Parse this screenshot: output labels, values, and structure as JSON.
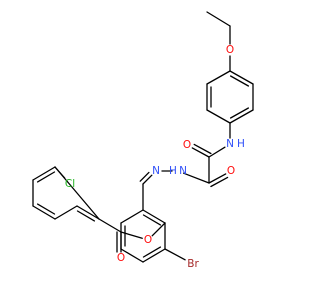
{
  "colors": {
    "bond": "#000000",
    "carbon": "#000000",
    "oxygen": "#ff0d0d",
    "nitrogen": "#3050f8",
    "bromine": "#a62929",
    "chlorine": "#1fb21f"
  },
  "atoms": [
    {
      "label": "O",
      "element": "oxygen"
    },
    {
      "label": "N",
      "element": "nitrogen"
    },
    {
      "label": "H",
      "element": "nitrogen"
    },
    {
      "label": "O",
      "element": "oxygen"
    },
    {
      "label": "N",
      "element": "nitrogen"
    },
    {
      "label": "H",
      "element": "nitrogen"
    },
    {
      "label": "O",
      "element": "oxygen"
    },
    {
      "label": "N",
      "element": "nitrogen"
    },
    {
      "label": "Cl",
      "element": "chlorine"
    },
    {
      "label": "O",
      "element": "oxygen"
    },
    {
      "label": "O",
      "element": "oxygen"
    },
    {
      "label": "Br",
      "element": "bromine"
    }
  ]
}
